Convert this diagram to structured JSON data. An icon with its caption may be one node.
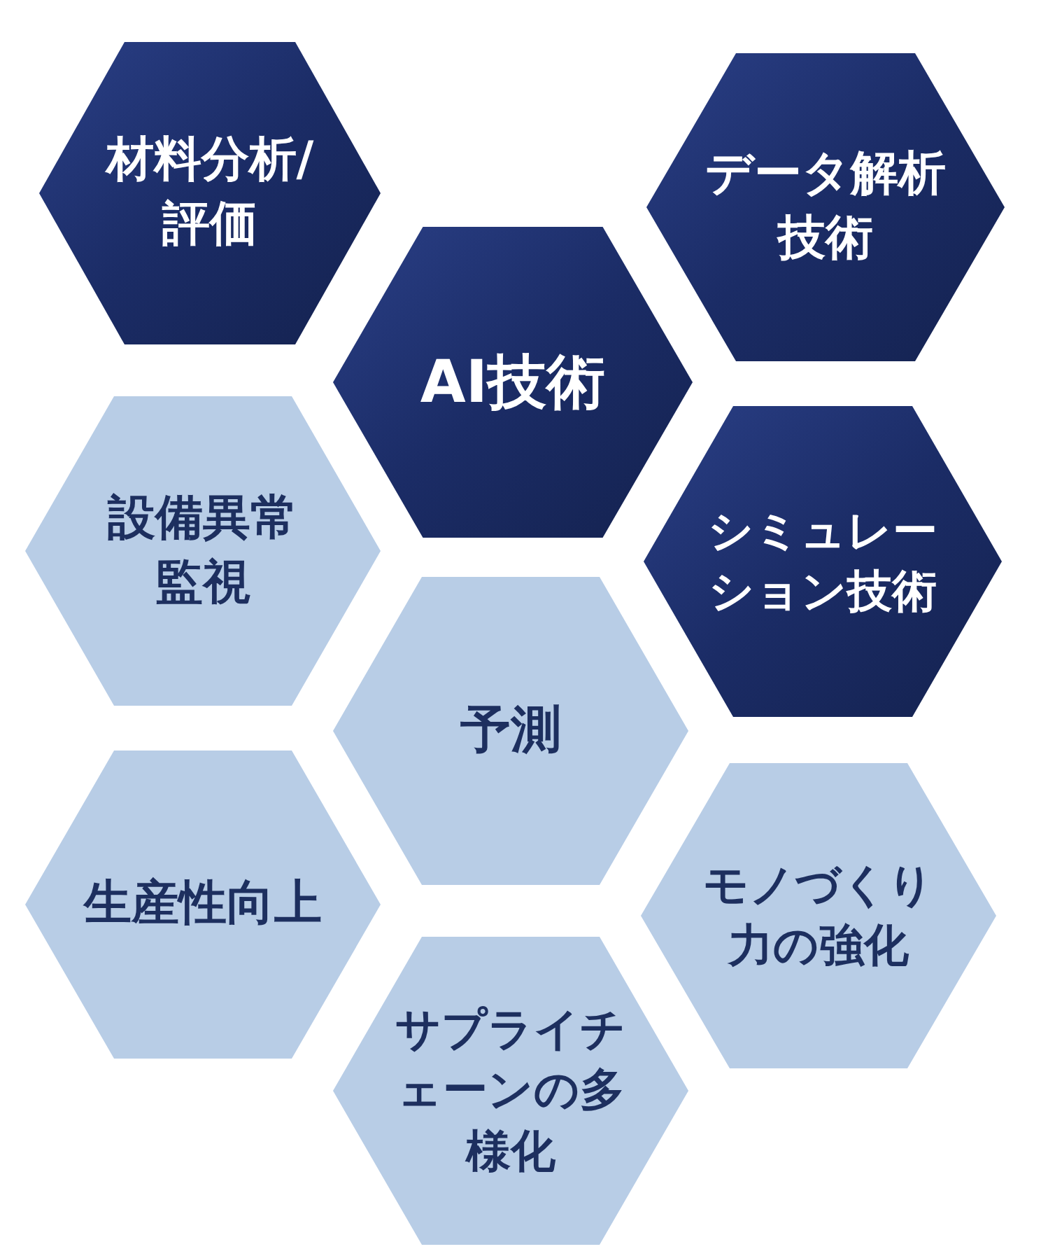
{
  "diagram": {
    "nodes": [
      {
        "text": [
          "材料分析/評価"
        ]
      },
      {
        "text": [
          "データ解析技術"
        ]
      },
      {
        "text": [
          "AI技術"
        ]
      },
      {
        "text": [
          "設備異常監視"
        ]
      },
      {
        "text": [
          "シミュレーション技術"
        ]
      },
      {
        "text": [
          "予測"
        ]
      },
      {
        "text": [
          "生産性向上"
        ]
      },
      {
        "text": [
          "モノづくり力の強化"
        ]
      },
      {
        "text": [
          "サプライチェーンの多様化"
        ]
      }
    ]
  }
}
